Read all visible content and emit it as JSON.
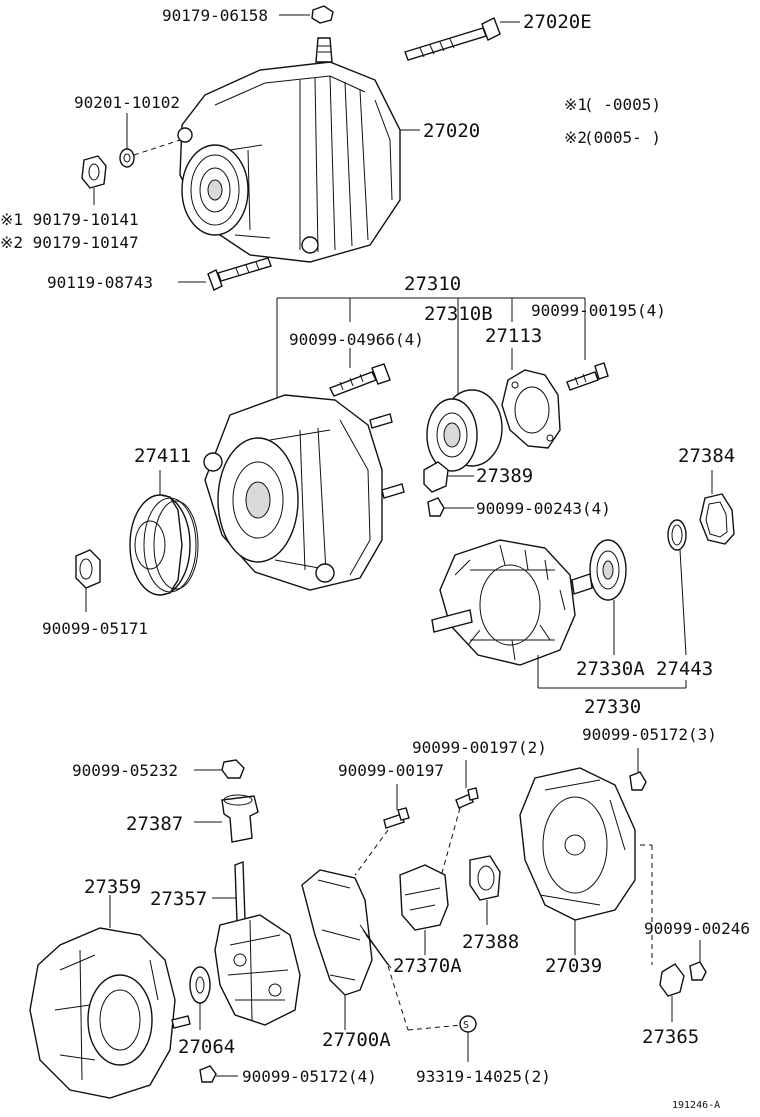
{
  "diagram": {
    "legend": {
      "note1_mark": "※1",
      "note1_range": "(      -0005)",
      "note2_mark": "※2",
      "note2_range": "(0005-      )"
    },
    "labels": {
      "p_90179_06158": "90179-06158",
      "p_27020E": "27020E",
      "p_90201_10102": "90201-10102",
      "p_27020": "27020",
      "p_90179_10141": "※1 90179-10141",
      "p_90179_10147": "※2 90179-10147",
      "p_90119_08743": "90119-08743",
      "p_27310": "27310",
      "p_27310B": "27310B",
      "p_90099_00195": "90099-00195(4)",
      "p_90099_04966": "90099-04966(4)",
      "p_27113": "27113",
      "p_27411": "27411",
      "p_27389": "27389",
      "p_27384": "27384",
      "p_90099_00243": "90099-00243(4)",
      "p_90099_05171": "90099-05171",
      "p_27330A": "27330A",
      "p_27443": "27443",
      "p_27330": "27330",
      "p_90099_00197_2": "90099-00197(2)",
      "p_90099_05172_3": "90099-05172(3)",
      "p_90099_05232": "90099-05232",
      "p_90099_00197": "90099-00197",
      "p_27387": "27387",
      "p_27359": "27359",
      "p_27357": "27357",
      "p_27370A": "27370A",
      "p_27388": "27388",
      "p_27039": "27039",
      "p_90099_00246": "90099-00246",
      "p_27064": "27064",
      "p_27700A": "27700A",
      "p_27365": "27365",
      "p_90099_05172_4": "90099-05172(4)",
      "p_93319_14025": "93319-14025(2)",
      "s_mark": "S",
      "figure_id": "191246-A"
    }
  }
}
